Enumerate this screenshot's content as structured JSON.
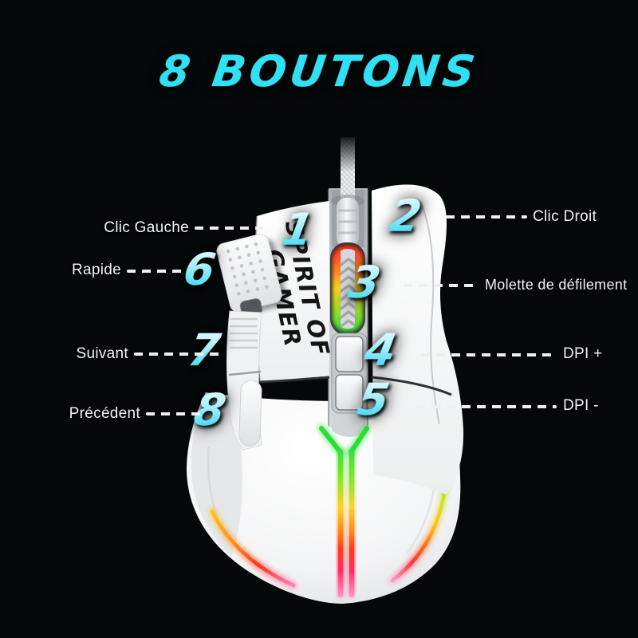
{
  "title": "8 BOUTONS",
  "brand": {
    "line1": "SPIRIT OF",
    "line2": "GAMER"
  },
  "callouts": [
    {
      "number": "1",
      "label": "Clic Gauche",
      "side": "left"
    },
    {
      "number": "2",
      "label": "Clic Droit",
      "side": "right"
    },
    {
      "number": "3",
      "label": "Molette de défilement",
      "side": "right"
    },
    {
      "number": "4",
      "label": "DPI +",
      "side": "right"
    },
    {
      "number": "5",
      "label": "DPI -",
      "side": "right"
    },
    {
      "number": "6",
      "label": "Rapide",
      "side": "left"
    },
    {
      "number": "7",
      "label": "Suivant",
      "side": "left"
    },
    {
      "number": "8",
      "label": "Précédent",
      "side": "left"
    }
  ],
  "colors": {
    "background": "#040808",
    "title_cyan": "#2fe1f4",
    "number_gradient_top": "#eafcff",
    "number_gradient_bottom": "#2fd4f2",
    "label_white": "#f2f3f4",
    "mouse_white": "#ffffff",
    "rgb_red": "#ff3a20",
    "rgb_orange": "#ff8c1c",
    "rgb_yellow": "#ffd22a",
    "rgb_green": "#27e238",
    "rgb_pink": "#ff9cca"
  }
}
